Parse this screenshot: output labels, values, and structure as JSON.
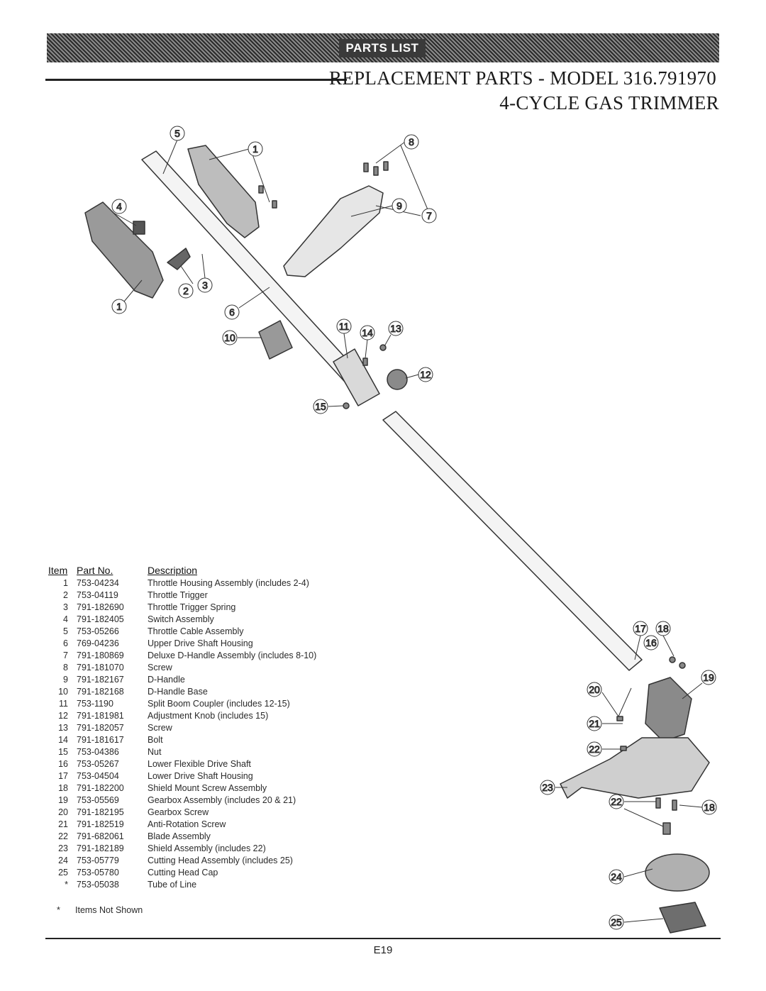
{
  "header": {
    "banner_label": "PARTS LIST",
    "title_line1": "REPLACEMENT PARTS - MODEL 316.791970",
    "title_line2": "4-CYCLE GAS TRIMMER"
  },
  "diagram": {
    "callouts": [
      "5",
      "1",
      "8",
      "4",
      "9",
      "7",
      "3",
      "2",
      "1",
      "6",
      "11",
      "14",
      "13",
      "10",
      "12",
      "15",
      "17",
      "18",
      "16",
      "19",
      "20",
      "21",
      "22",
      "23",
      "22",
      "18",
      "24",
      "25"
    ]
  },
  "parts_table": {
    "headers": {
      "item": "Item",
      "part_no": "Part No.",
      "description": "Description"
    },
    "rows": [
      {
        "item": "1",
        "part_no": "753-04234",
        "description": "Throttle Housing Assembly (includes 2-4)"
      },
      {
        "item": "2",
        "part_no": "753-04119",
        "description": "Throttle Trigger"
      },
      {
        "item": "3",
        "part_no": "791-182690",
        "description": "Throttle Trigger Spring"
      },
      {
        "item": "4",
        "part_no": "791-182405",
        "description": "Switch Assembly"
      },
      {
        "item": "5",
        "part_no": "753-05266",
        "description": "Throttle Cable Assembly"
      },
      {
        "item": "6",
        "part_no": "769-04236",
        "description": "Upper Drive Shaft Housing"
      },
      {
        "item": "7",
        "part_no": "791-180869",
        "description": "Deluxe D-Handle Assembly (includes 8-10)"
      },
      {
        "item": "8",
        "part_no": "791-181070",
        "description": "Screw"
      },
      {
        "item": "9",
        "part_no": "791-182167",
        "description": "D-Handle"
      },
      {
        "item": "10",
        "part_no": "791-182168",
        "description": "D-Handle Base"
      },
      {
        "item": "11",
        "part_no": "753-1190",
        "description": "Split Boom Coupler (includes 12-15)"
      },
      {
        "item": "12",
        "part_no": "791-181981",
        "description": "Adjustment Knob (includes 15)"
      },
      {
        "item": "13",
        "part_no": "791-182057",
        "description": "Screw"
      },
      {
        "item": "14",
        "part_no": "791-181617",
        "description": "Bolt"
      },
      {
        "item": "15",
        "part_no": "753-04386",
        "description": "Nut"
      },
      {
        "item": "16",
        "part_no": "753-05267",
        "description": "Lower Flexible Drive Shaft"
      },
      {
        "item": "17",
        "part_no": "753-04504",
        "description": "Lower Drive Shaft Housing"
      },
      {
        "item": "18",
        "part_no": "791-182200",
        "description": "Shield Mount Screw Assembly"
      },
      {
        "item": "19",
        "part_no": "753-05569",
        "description": "Gearbox Assembly (includes 20 & 21)"
      },
      {
        "item": "20",
        "part_no": "791-182195",
        "description": "Gearbox Screw"
      },
      {
        "item": "21",
        "part_no": "791-182519",
        "description": "Anti-Rotation Screw"
      },
      {
        "item": "22",
        "part_no": "791-682061",
        "description": "Blade Assembly"
      },
      {
        "item": "23",
        "part_no": "791-182189",
        "description": "Shield Assembly (includes 22)"
      },
      {
        "item": "24",
        "part_no": "753-05779",
        "description": "Cutting Head Assembly (includes 25)"
      },
      {
        "item": "25",
        "part_no": "753-05780",
        "description": "Cutting Head Cap"
      },
      {
        "item": "*",
        "part_no": "753-05038",
        "description": "Tube of Line"
      }
    ]
  },
  "footnote": {
    "symbol": "*",
    "text": "Items Not Shown"
  },
  "footer": {
    "page_number": "E19"
  }
}
